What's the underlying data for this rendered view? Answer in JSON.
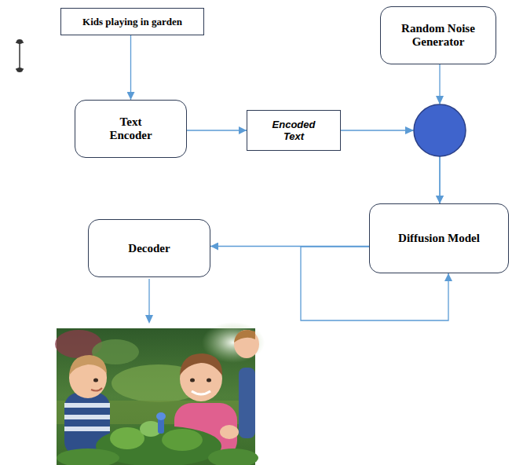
{
  "diagram": {
    "nodes": [
      {
        "text": [
          "Kids playing in garden"
        ]
      },
      {
        "text": [
          "Random Noise Generator"
        ]
      },
      {
        "text": [
          "Text Encoder"
        ]
      },
      {
        "text": [
          "Encoded Text"
        ]
      },
      {
        "text": [
          "Diffusion Model"
        ]
      },
      {
        "text": [
          "Decoder"
        ]
      }
    ],
    "edges": [
      {
        "from": 0,
        "to": 2,
        "arrow": "to"
      },
      {
        "from": 2,
        "to": 3,
        "arrow": "to"
      },
      {
        "from": 3,
        "to": 4,
        "arrow": "to"
      },
      {
        "from": 1,
        "to": 4,
        "arrow": "to"
      },
      {
        "from": 4,
        "to": 5,
        "arrow": "to"
      },
      {
        "from": 4,
        "to": 4,
        "arrow": "to"
      }
    ]
  }
}
